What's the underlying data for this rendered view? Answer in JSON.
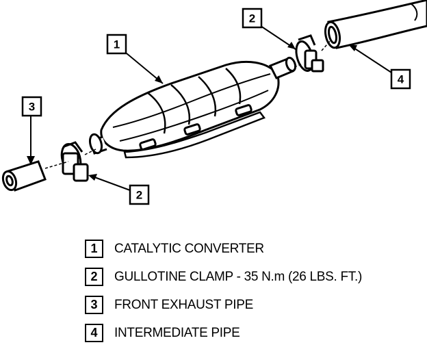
{
  "callouts": [
    {
      "id": "callout-1",
      "number": "1"
    },
    {
      "id": "callout-2-right",
      "number": "2"
    },
    {
      "id": "callout-3",
      "number": "3"
    },
    {
      "id": "callout-2-left",
      "number": "2"
    },
    {
      "id": "callout-4",
      "number": "4"
    }
  ],
  "legend": [
    {
      "number": "1",
      "label": "CATALYTIC CONVERTER"
    },
    {
      "number": "2",
      "label": "GULLOTINE CLAMP - 35 N.m (26 LBS. FT.)"
    },
    {
      "number": "3",
      "label": "FRONT EXHAUST PIPE"
    },
    {
      "number": "4",
      "label": "INTERMEDIATE PIPE"
    }
  ]
}
